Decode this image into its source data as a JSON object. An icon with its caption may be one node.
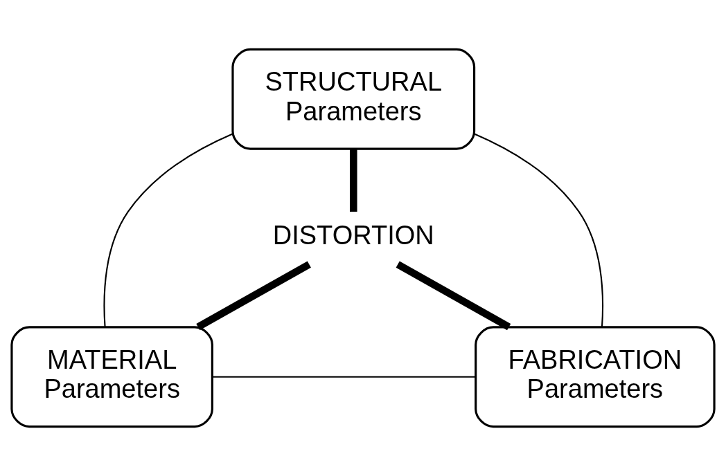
{
  "diagram": {
    "nodes": [
      {
        "text": [
          "STRUCTURAL Parameters"
        ]
      },
      {
        "text": [
          "DISTORTION"
        ]
      },
      {
        "text": [
          "MATERIAL Parameters"
        ]
      },
      {
        "text": [
          "FABRICATION Parameters"
        ]
      }
    ],
    "edges": [
      {
        "from": 0,
        "to": 2,
        "arrow": "none"
      },
      {
        "from": 0,
        "to": 3,
        "arrow": "none"
      },
      {
        "from": 2,
        "to": 3,
        "arrow": "none"
      },
      {
        "from": 0,
        "to": 1,
        "arrow": "none",
        "style": "thick"
      },
      {
        "from": 1,
        "to": 2,
        "arrow": "none",
        "style": "thick"
      },
      {
        "from": 1,
        "to": 3,
        "arrow": "none",
        "style": "thick"
      }
    ]
  }
}
